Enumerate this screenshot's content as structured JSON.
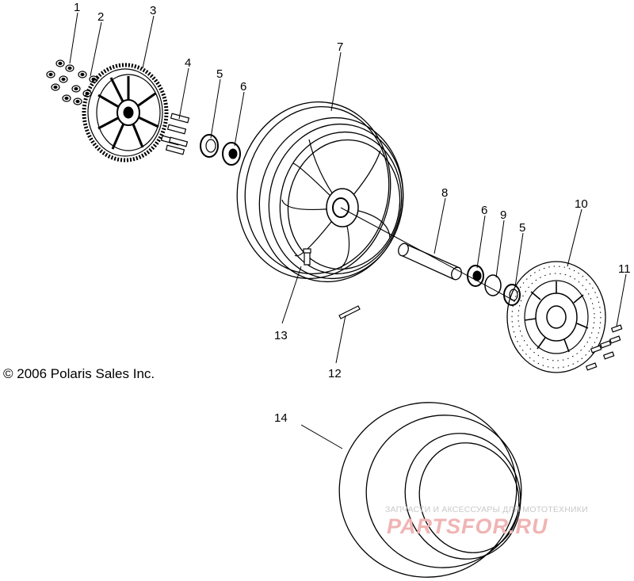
{
  "diagram": {
    "callouts": [
      {
        "id": "1",
        "label": "1"
      },
      {
        "id": "2",
        "label": "2"
      },
      {
        "id": "3",
        "label": "3"
      },
      {
        "id": "4",
        "label": "4"
      },
      {
        "id": "5a",
        "label": "5"
      },
      {
        "id": "6a",
        "label": "6"
      },
      {
        "id": "7",
        "label": "7"
      },
      {
        "id": "8",
        "label": "8"
      },
      {
        "id": "6b",
        "label": "6"
      },
      {
        "id": "9",
        "label": "9"
      },
      {
        "id": "5b",
        "label": "5"
      },
      {
        "id": "10",
        "label": "10"
      },
      {
        "id": "11",
        "label": "11"
      },
      {
        "id": "13",
        "label": "13"
      },
      {
        "id": "12",
        "label": "12"
      },
      {
        "id": "14",
        "label": "14"
      }
    ],
    "copyright": "© 2006 Polaris Sales Inc."
  },
  "watermark": {
    "tagline": "ЗАПЧАСТИ И АКСЕССУАРЫ ДЛЯ МОТОТЕХНИКИ",
    "logo": "PARTSFOR.RU",
    "color": "#e88a8a"
  }
}
